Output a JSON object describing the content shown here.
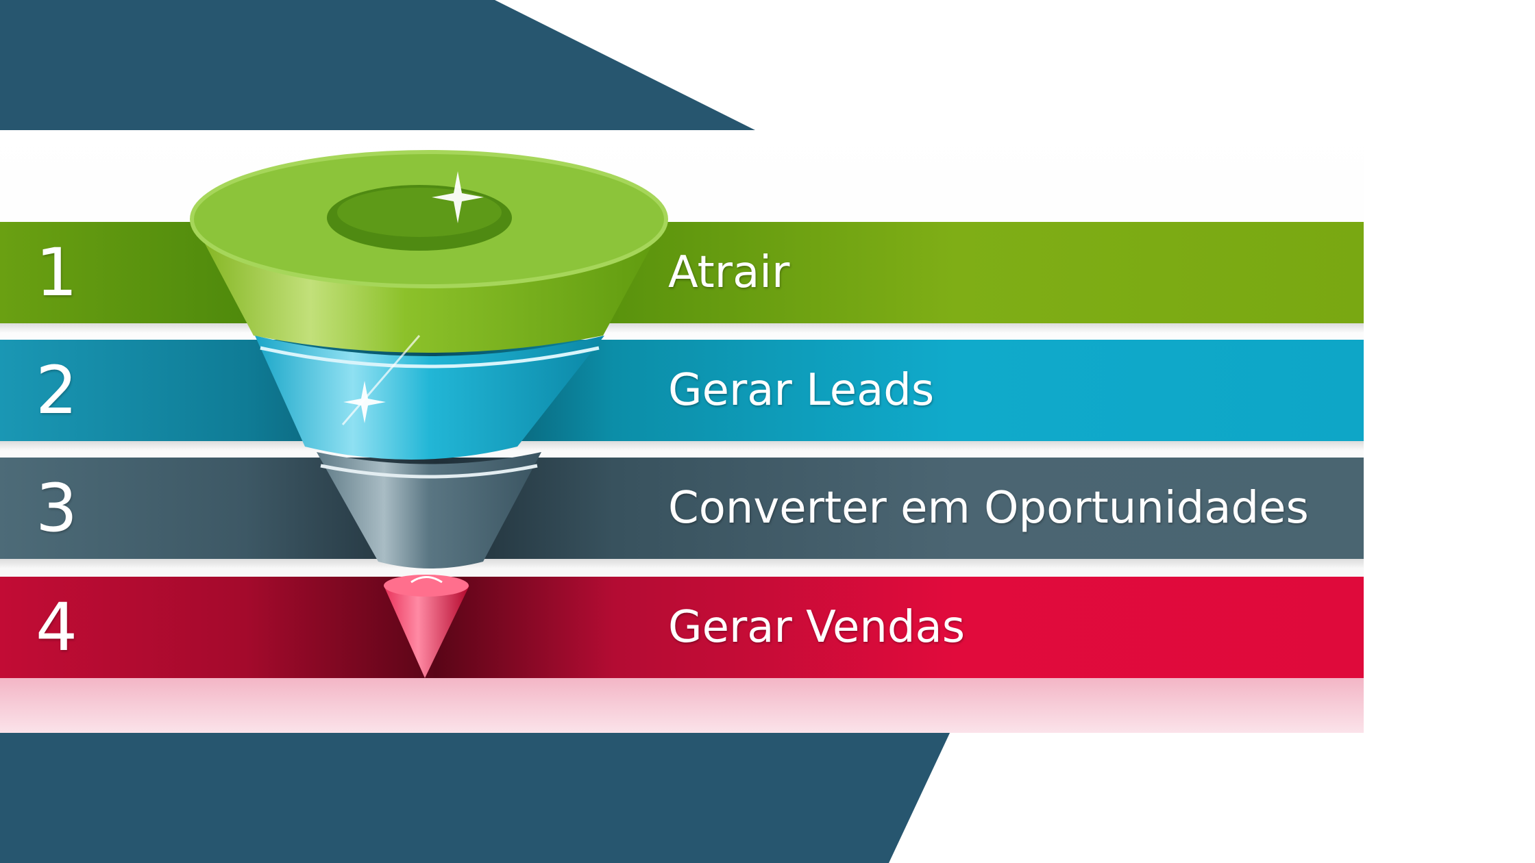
{
  "colors": {
    "background": "#ffffff",
    "accent_navy": "#27566f",
    "stage_1": "#79a812",
    "stage_2": "#0ea6c7",
    "stage_3": "#4a6571",
    "stage_4": "#df0a3b"
  },
  "funnel": {
    "stages": [
      {
        "number": "1",
        "label": "Atrair"
      },
      {
        "number": "2",
        "label": "Gerar Leads"
      },
      {
        "number": "3",
        "label": "Converter em Oportunidades"
      },
      {
        "number": "4",
        "label": "Gerar Vendas"
      }
    ]
  }
}
